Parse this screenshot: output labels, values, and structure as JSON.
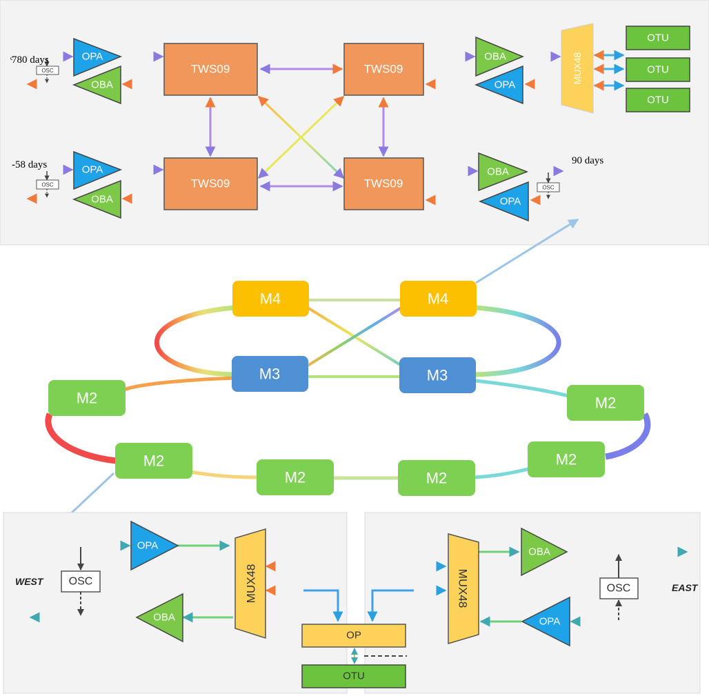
{
  "annotations": {
    "top_left": "ͨ780 days",
    "mid_left": "-58 days",
    "right": "90 days"
  },
  "labels": {
    "tws": "TWS09",
    "opa": "OPA",
    "oba": "OBA",
    "osc": "OSC",
    "mux": "MUX48",
    "otu": "OTU",
    "op": "OP",
    "m4": "M4",
    "m3": "M3",
    "m2": "M2",
    "west": "WEST",
    "east": "EAST"
  },
  "colors": {
    "tws": "#f0985c",
    "opa": "#1ea3e8",
    "oba": "#7cc848",
    "otu": "#6cc43e",
    "mux": "#fcd25a",
    "m4": "#fcc000",
    "m3": "#4f8fd4",
    "m2": "#7dd052",
    "panel": "#f3f3f3"
  }
}
